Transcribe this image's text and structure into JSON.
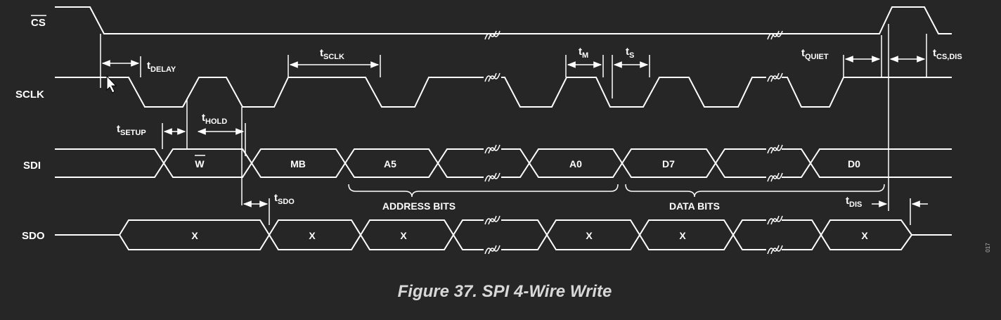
{
  "caption": "Figure 37. SPI 4-Wire Write",
  "figure_id": "017",
  "signals": {
    "cs": "CS",
    "sclk": "SCLK",
    "sdi": "SDI",
    "sdo": "SDO"
  },
  "sdi_values": [
    "W",
    "MB",
    "A5",
    "A0",
    "D7",
    "D0"
  ],
  "sdo_values": [
    "X",
    "X",
    "X",
    "X",
    "X",
    "X"
  ],
  "timing": {
    "t_delay": {
      "t": "t",
      "sub": "DELAY"
    },
    "t_sclk": {
      "t": "t",
      "sub": "SCLK"
    },
    "t_m": {
      "t": "t",
      "sub": "M"
    },
    "t_s": {
      "t": "t",
      "sub": "S"
    },
    "t_quiet": {
      "t": "t",
      "sub": "QUIET"
    },
    "t_cs_dis": {
      "t": "t",
      "sub": "CS,DIS"
    },
    "t_setup": {
      "t": "t",
      "sub": "SETUP"
    },
    "t_hold": {
      "t": "t",
      "sub": "HOLD"
    },
    "t_sdo": {
      "t": "t",
      "sub": "SDO"
    },
    "t_dis": {
      "t": "t",
      "sub": "DIS"
    }
  },
  "groups": {
    "address_bits": "ADDRESS BITS",
    "data_bits": "DATA BITS"
  }
}
